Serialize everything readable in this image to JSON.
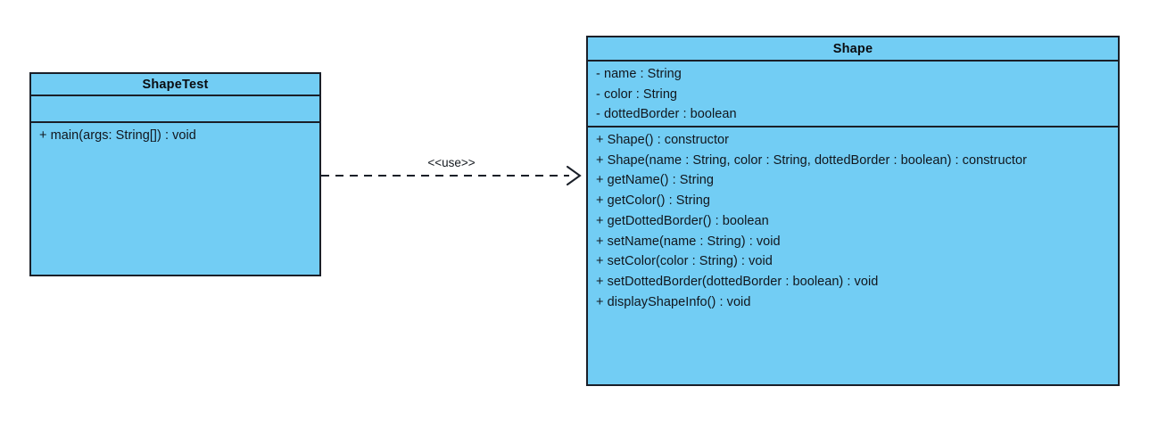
{
  "diagram": {
    "type": "uml-class-diagram",
    "background_color": "#ffffff",
    "class_fill_color": "#72CDF4",
    "border_color": "#1a1f28",
    "text_color": "#11161d"
  },
  "classes": [
    {
      "id": "shapetest",
      "name": "ShapeTest",
      "attributes": [],
      "methods": [
        "+ main(args: String[]) : void"
      ]
    },
    {
      "id": "shape",
      "name": "Shape",
      "attributes": [
        "- name : String",
        "- color : String",
        "- dottedBorder : boolean"
      ],
      "methods": [
        "+ Shape() : constructor",
        "+ Shape(name : String, color : String, dottedBorder : boolean) : constructor",
        "+ getName() : String",
        "+ getColor() : String",
        "+ getDottedBorder() : boolean",
        "+ setName(name : String) : void",
        "+ setColor(color : String) : void",
        "+ setDottedBorder(dottedBorder : boolean) : void",
        "+ displayShapeInfo() : void"
      ]
    }
  ],
  "relations": [
    {
      "id": "use",
      "stereotype": "<<use>>",
      "kind": "dependency",
      "line_style": "dashed",
      "arrowhead": "open",
      "source": "ShapeTest",
      "target": "Shape"
    }
  ]
}
